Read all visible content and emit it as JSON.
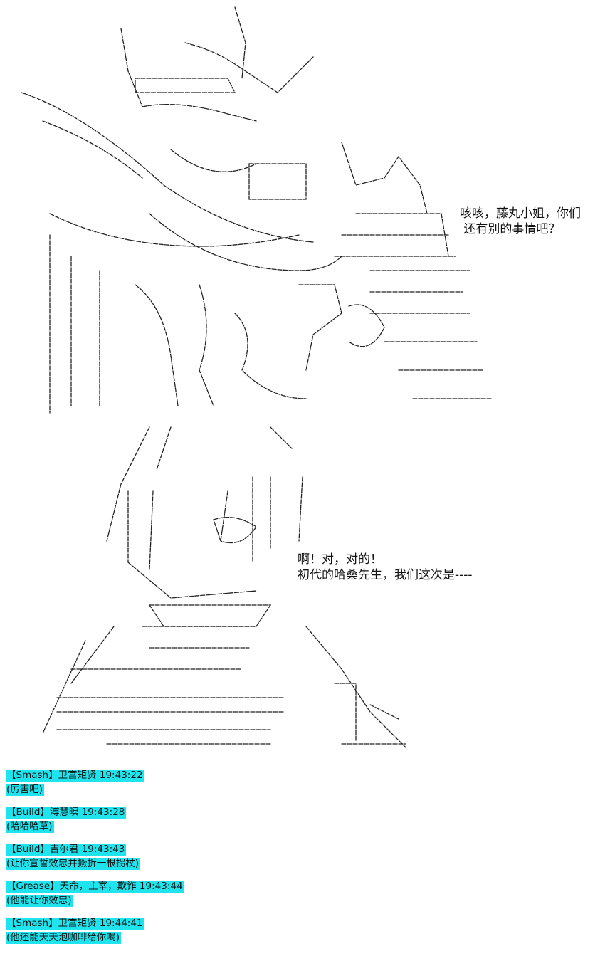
{
  "dialogue": {
    "top": [
      "咳咳，藤丸小姐，你们",
      " 还有别的事情吧？"
    ],
    "bottom": [
      "啊！对，对的！",
      "初代的哈桑先生，我们这次是----"
    ]
  },
  "chat": [
    {
      "header": "【Smash】卫宫矩贤 19:43:22",
      "text": "(厉害吧)"
    },
    {
      "header": "【Build】溥慧暝 19:43:28",
      "text": "(哈哈哈草)"
    },
    {
      "header": "【Build】吉尔君 19:43:43",
      "text": "(让你宣誓效忠并撅折一根拐杖)"
    },
    {
      "header": "【Grease】天命，主宰，欺诈 19:43:44",
      "text": "(他能让你效忠)"
    },
    {
      "header": "【Smash】卫宫矩贤 19:44:41",
      "text": "(他还能天天泡咖啡给你喝)"
    }
  ],
  "colors": {
    "highlight": "#1fe4ee",
    "text": "#111111",
    "background": "#ffffff"
  }
}
